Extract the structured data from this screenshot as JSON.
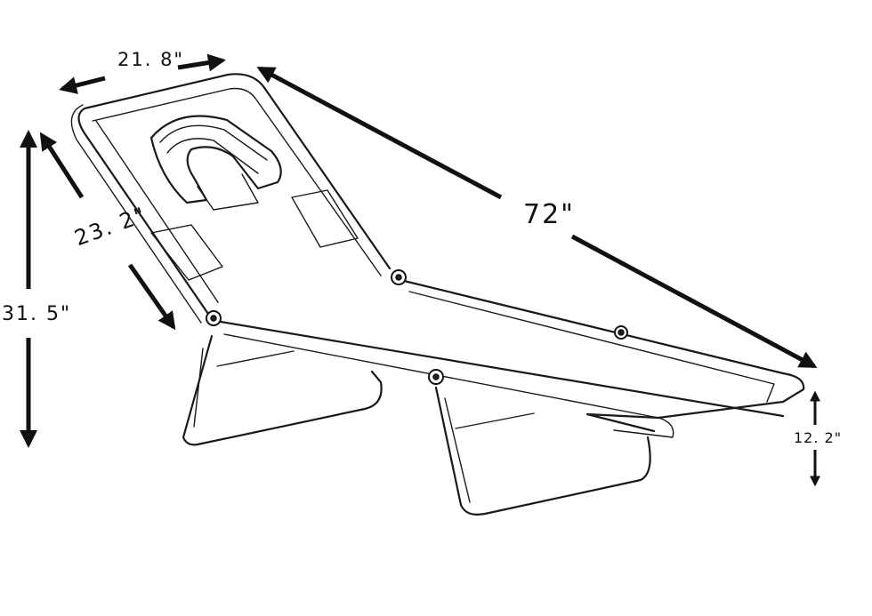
{
  "dimensions": {
    "width_label": "21. 8\"",
    "length_label": "72\"",
    "back_label": "23. 2\"",
    "height_label": "31. 5\"",
    "seat_height_label": "12. 2\""
  },
  "colors": {
    "line": "#1a1a1a",
    "background": "#ffffff"
  }
}
